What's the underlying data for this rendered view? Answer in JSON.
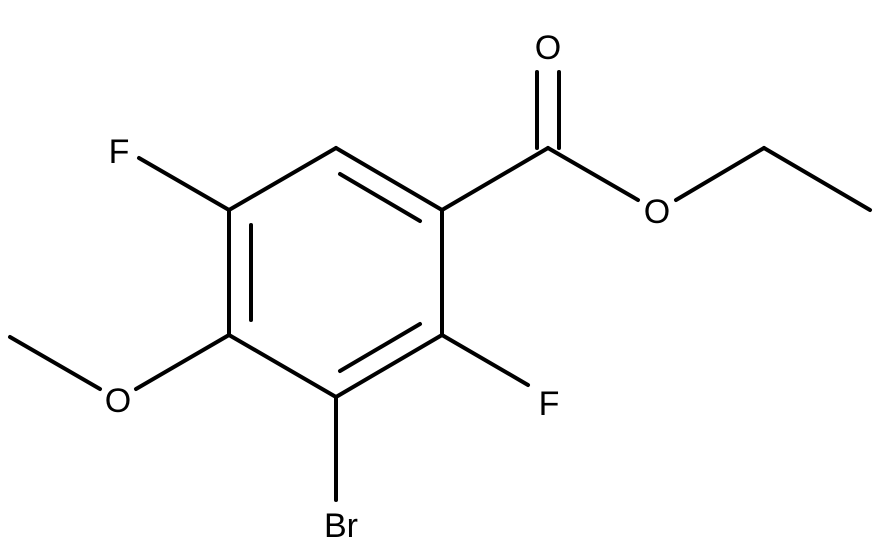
{
  "molecule": {
    "atoms": {
      "carbonyl_o": "O",
      "ester_o": "O",
      "f_top": "F",
      "f_right": "F",
      "methoxy_o": "O",
      "bromine": "Br"
    },
    "colors": {
      "bond": "#000000",
      "label": "#000000",
      "background": "#ffffff"
    }
  }
}
